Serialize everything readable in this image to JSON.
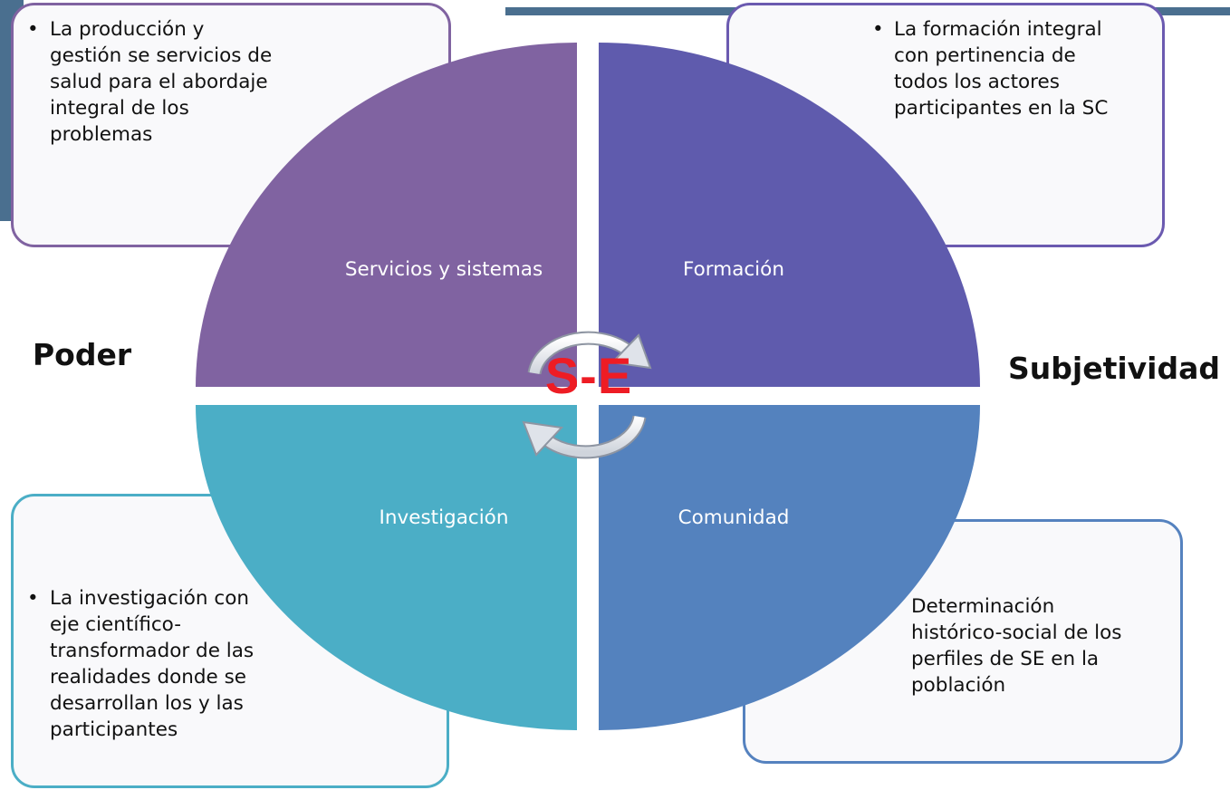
{
  "boxes": {
    "top_left": [
      "La producción y",
      "gestión se servicios de",
      "salud para el abordaje",
      "integral de los",
      "problemas"
    ],
    "top_right": [
      "La formación integral",
      "con pertinencia de",
      "todos los actores",
      "participantes en la SC"
    ],
    "bottom_left": [
      "La investigación con",
      "eje científico-",
      "transformador de las",
      "realidades donde se",
      "desarrollan los y las",
      "participantes"
    ],
    "bottom_right": [
      "Determinación",
      "histórico-social de los",
      "perfiles de SE en la",
      "población"
    ]
  },
  "quadrants": {
    "top_left": "Servicios y sistemas",
    "top_right": "Formación",
    "bottom_left": "Investigación",
    "bottom_right": "Comunidad"
  },
  "side_labels": {
    "left": "Poder",
    "right": "Subjetividad"
  },
  "center_label": "S-E",
  "colors": {
    "servicios": "#8063a1",
    "formacion": "#5f5bad",
    "investigacion": "#4baec6",
    "comunidad": "#5482be",
    "center_text": "#ee1c24"
  }
}
